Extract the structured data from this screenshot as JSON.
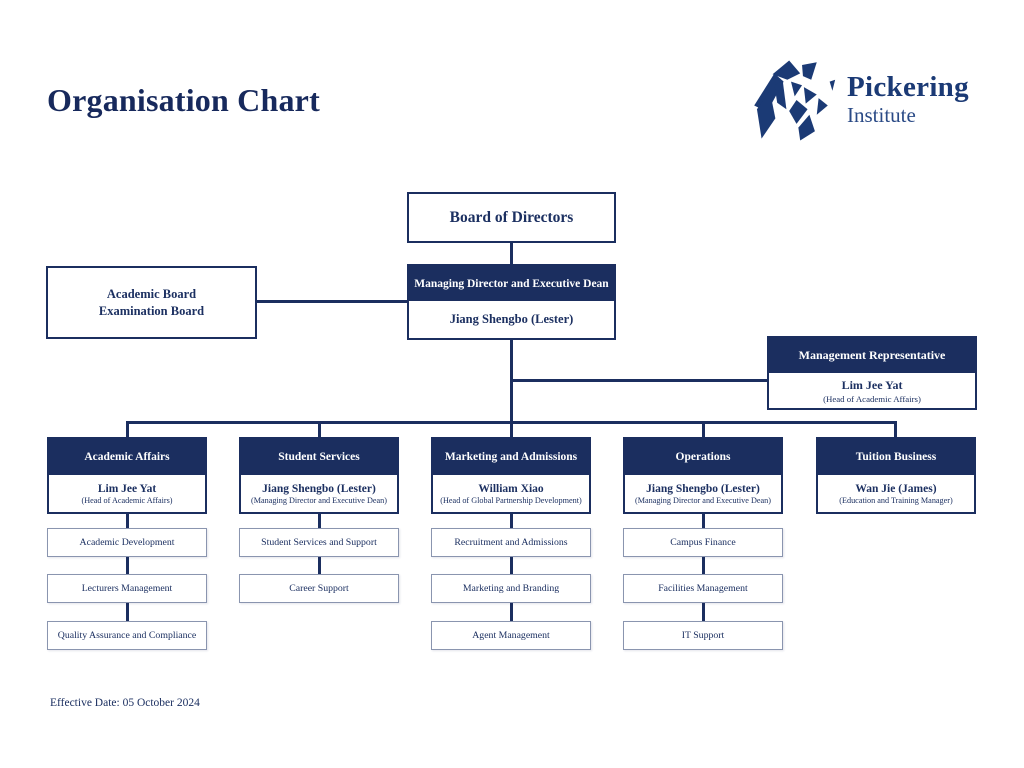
{
  "page": {
    "title": "Organisation Chart",
    "effective_date": "Effective Date: 05 October 2024"
  },
  "logo": {
    "icon": "pickering-lion-geometric",
    "name": "Pickering",
    "subname": "Institute"
  },
  "colors": {
    "navy": "#1b2e5f",
    "text_navy": "#1c3061",
    "unit_border": "#8a95af",
    "background": "#ffffff"
  },
  "chart": {
    "board": {
      "label": "Board of Directors"
    },
    "managing_director": {
      "title": "Managing Director and Executive Dean",
      "name": "Jiang Shengbo (Lester)"
    },
    "academic_board": {
      "line1": "Academic Board",
      "line2": "Examination Board"
    },
    "management_representative": {
      "title": "Management Representative",
      "name": "Lim Jee Yat",
      "role": "(Head of Academic Affairs)"
    },
    "departments": [
      {
        "title": "Academic Affairs",
        "name": "Lim Jee Yat",
        "role": "(Head of Academic Affairs)",
        "units": [
          "Academic Development",
          "Lecturers Management",
          "Quality Assurance and Compliance"
        ]
      },
      {
        "title": "Student Services",
        "name": "Jiang Shengbo (Lester)",
        "role": "(Managing Director and Executive Dean)",
        "units": [
          "Student Services and Support",
          "Career Support"
        ]
      },
      {
        "title": "Marketing and Admissions",
        "name": "William Xiao",
        "role": "(Head of Global Partnership Development)",
        "units": [
          "Recruitment and Admissions",
          "Marketing and Branding",
          "Agent Management"
        ]
      },
      {
        "title": "Operations",
        "name": "Jiang Shengbo (Lester)",
        "role": "(Managing Director and Executive Dean)",
        "units": [
          "Campus Finance",
          "Facilities Management",
          "IT Support"
        ]
      },
      {
        "title": "Tuition Business",
        "name": "Wan Jie (James)",
        "role": "(Education and Training Manager)",
        "units": []
      }
    ]
  }
}
